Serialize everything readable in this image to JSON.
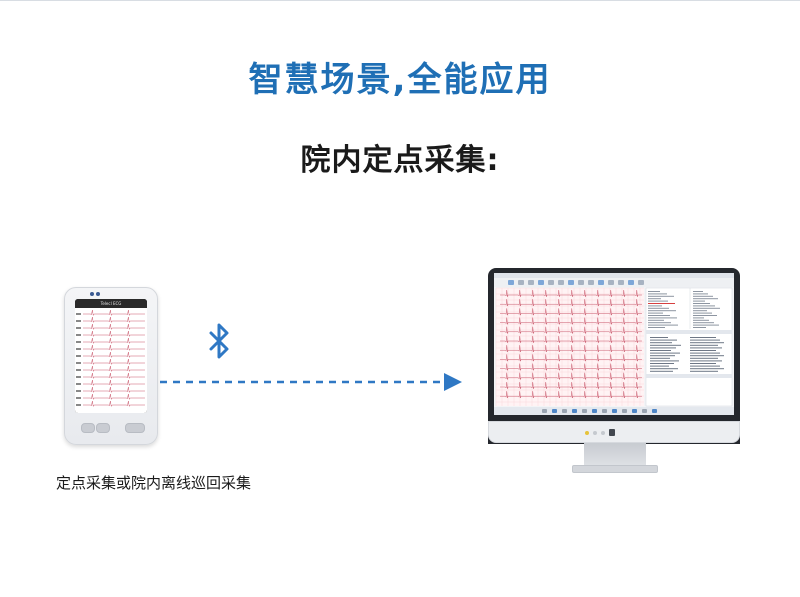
{
  "headline": "智慧场景,全能应用",
  "subtitle": "院内定点采集:",
  "caption": "定点采集或院内离线巡回采集",
  "device": {
    "screen_title": "Telecl ECG"
  },
  "colors": {
    "headline": "#1f6fb5",
    "arrow": "#2f78c4",
    "bluetooth": "#2f78c4",
    "ecg_trace": "#c9566a",
    "ecg_grid": "#f6c9cf"
  },
  "icons": {
    "connection": "bluetooth-icon",
    "direction": "arrow-right-icon"
  }
}
